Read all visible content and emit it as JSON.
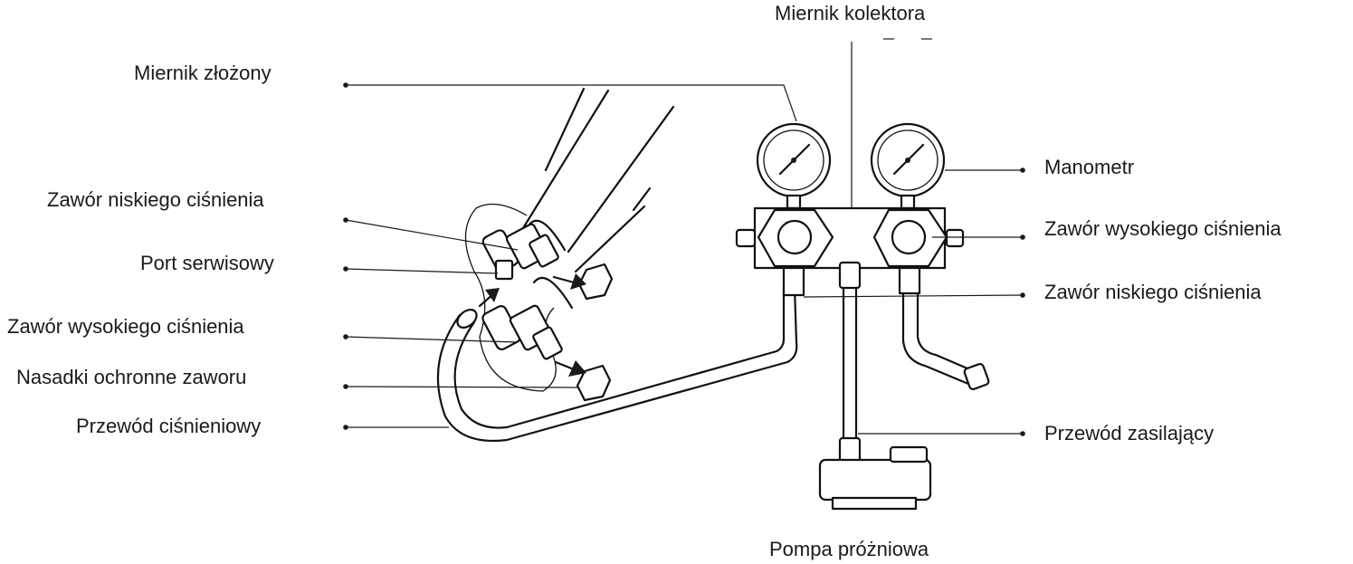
{
  "labels": {
    "manifold_gauge": "Miernik kolektora",
    "compound_gauge": "Miernik złożony",
    "low_pressure_valve_left": "Zawór niskiego ciśnienia",
    "service_port": "Port serwisowy",
    "high_pressure_valve_left": "Zawór wysokiego ciśnienia",
    "valve_caps": "Nasadki ochronne zaworu",
    "pressure_hose": "Przewód ciśnieniowy",
    "pressure_gauge": "Manometr",
    "high_pressure_valve_right": "Zawór wysokiego ciśnienia",
    "low_pressure_valve_right": "Zawór niskiego ciśnienia",
    "charging_hose": "Przewód zasilający",
    "vacuum_pump": "Pompa próżniowa"
  }
}
